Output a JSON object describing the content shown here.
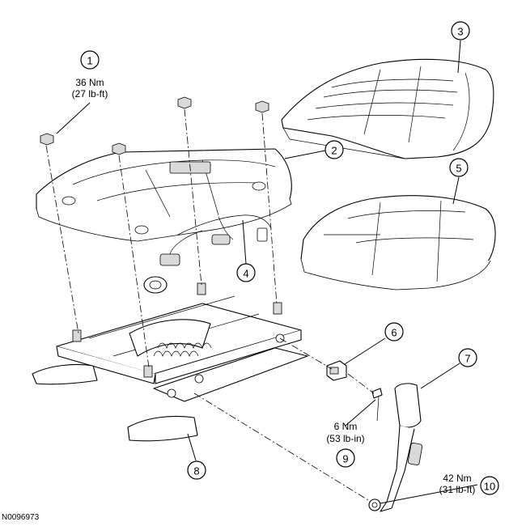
{
  "figure_id": "N0096973",
  "callouts": [
    {
      "number": "1",
      "torque": [
        "36 Nm",
        "(27 lb-ft)"
      ]
    },
    {
      "number": "2"
    },
    {
      "number": "3"
    },
    {
      "number": "4"
    },
    {
      "number": "5"
    },
    {
      "number": "6"
    },
    {
      "number": "7"
    },
    {
      "number": "8"
    },
    {
      "number": "9",
      "torque": [
        "6 Nm",
        "(53 lb-in)"
      ]
    },
    {
      "number": "10",
      "torque": [
        "42 Nm",
        "(31 lb-ft)"
      ]
    }
  ]
}
